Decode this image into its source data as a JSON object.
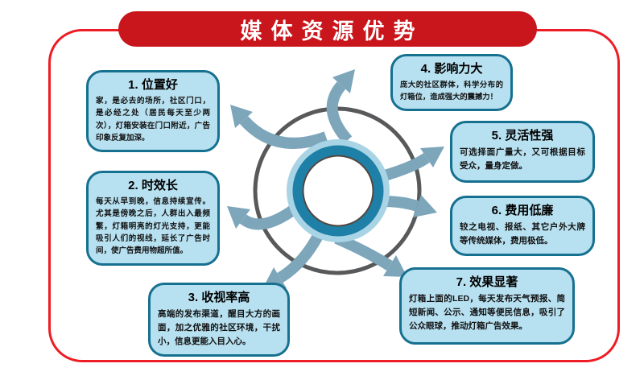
{
  "header": {
    "title": "媒体资源优势"
  },
  "advantages": [
    {
      "title": "1. 位置好",
      "body": "家，是必去的场所，社区门口，是必经之处（居民每天至少两次），灯箱安装在门口附近，广告印象反复加深。"
    },
    {
      "title": "2. 时效长",
      "body": "每天从早到晚，信息持续宣传。尤其是傍晚之后，人群出入最频繁，灯箱明亮的灯光支持，更能吸引人们的视线，延长了广告时间，使广告费用物超所值。"
    },
    {
      "title": "3. 收视率高",
      "body": "高端的发布渠道，醒目大方的画面，加之优雅的社区环境，干扰小，信息更能入目入心。"
    },
    {
      "title": "4. 影响力大",
      "body": "庞大的社区群体，科学分布的灯箱位，造成强大的震撼力！"
    },
    {
      "title": "5. 灵活性强",
      "body": "可选择面广量大，又可根据目标受众，量身定做。"
    },
    {
      "title": "6. 费用低廉",
      "body": "较之电视、报纸、其它户外大牌等传统媒体，费用极低。"
    },
    {
      "title": "7. 效果显著",
      "body": "灯箱上面的LED，每天发布天气预报、简短新闻、公示、通知等便民信息，吸引了公众眼球，推动灯箱广告效果。"
    }
  ],
  "hub": {
    "icon": "concentric-rings-hub",
    "arrow_count": 7
  },
  "colors": {
    "banner_red": "#c9161d",
    "border_red": "#ee1c24",
    "box_fill": "#b7e0f0",
    "box_border": "#16708f",
    "arrow_blue": "#7da6bb",
    "ring_gray": "#58595b",
    "hub_light_blue": "#a8d4e6",
    "hub_teal": "#1e80a6",
    "hub_dark_ring": "#54463f"
  }
}
